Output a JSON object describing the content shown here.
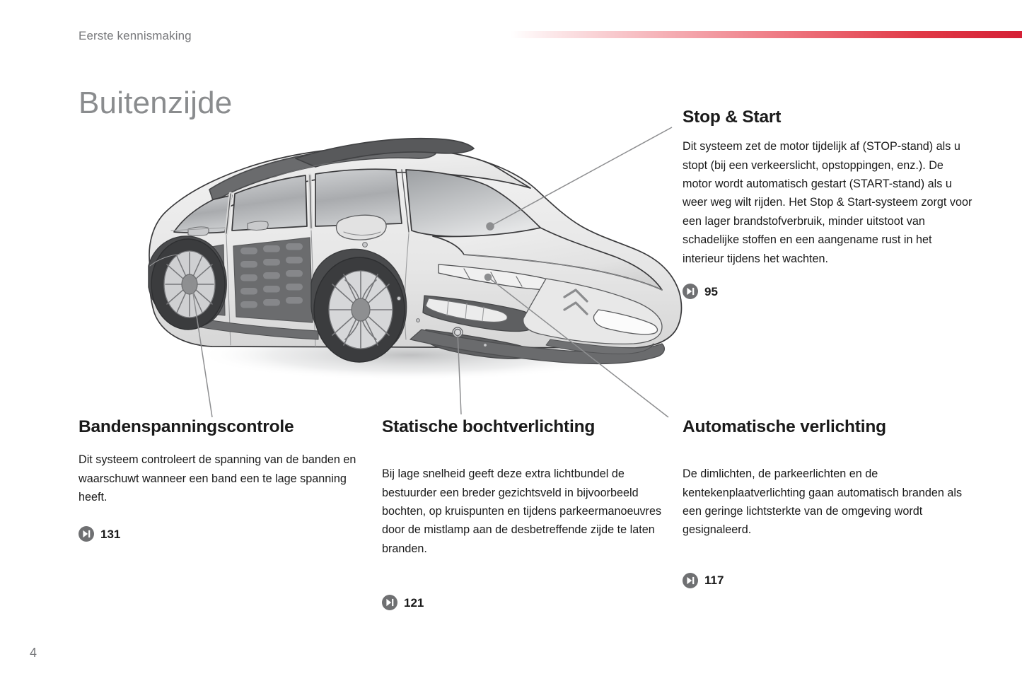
{
  "header": {
    "section_label": "Eerste kennismaking",
    "page_title": "Buitenzijde",
    "rule_color": "#d51f35"
  },
  "blocks": {
    "stop_start": {
      "heading": "Stop & Start",
      "body": "Dit systeem zet de motor tijdelijk af (STOP-stand) als u stopt (bij een verkeerslicht, opstoppingen, enz.). De motor wordt automatisch gestart (START-stand) als u weer weg wilt rijden. Het Stop & Start-systeem zorgt voor een lager brandstofverbruik, minder uitstoot van schadelijke stoffen en een aangename rust in het interieur tijdens het wachten.",
      "ref_page": "95",
      "ref_icon": "skip-next-icon"
    },
    "tyre_pressure": {
      "heading": "Bandenspanningscontrole",
      "body": "Dit systeem controleert de spanning van de banden en waarschuwt wanneer een band een te lage spanning heeft.",
      "ref_page": "131",
      "ref_icon": "skip-next-icon"
    },
    "cornering_light": {
      "heading": "Statische bochtverlichting",
      "body": "Bij lage snelheid geeft deze extra lichtbundel de bestuurder een breder gezichtsveld in bijvoorbeeld bochten, op kruispunten en tijdens parkeermanoeuvres door de mistlamp aan de desbetreffende zijde te laten branden.",
      "ref_page": "121",
      "ref_icon": "skip-next-icon"
    },
    "automatic_lighting": {
      "heading": "Automatische verlichting",
      "body": "De dimlichten, de parkeerlichten en de kentekenplaatverlichting gaan automatisch branden als een geringe lichtsterkte van de omgeving wordt gesignaleerd.",
      "ref_page": "117",
      "ref_icon": "skip-next-icon"
    }
  },
  "illustration": {
    "name": "car-three-quarter-front-view",
    "description": "Lijntekening van een auto, driekwart vooraanzicht van links",
    "callouts": [
      {
        "target": "engine-hood-stop-start-point",
        "leads_to": "stop_start"
      },
      {
        "target": "front-wheel-tyre-point",
        "leads_to": "tyre_pressure"
      },
      {
        "target": "front-fog-lamp-point",
        "leads_to": "cornering_light"
      },
      {
        "target": "headlight-sensor-point",
        "leads_to": "automatic_lighting"
      }
    ],
    "colors": {
      "body_light": "#ebebeb",
      "body_mid": "#d4d4d4",
      "glass": "#b9bbbd",
      "trim_dark": "#58595b",
      "tyre": "#3f4042",
      "outline": "#3a3a3c",
      "callout_line": "#8d8e90"
    }
  },
  "folio": {
    "page_number": "4"
  }
}
